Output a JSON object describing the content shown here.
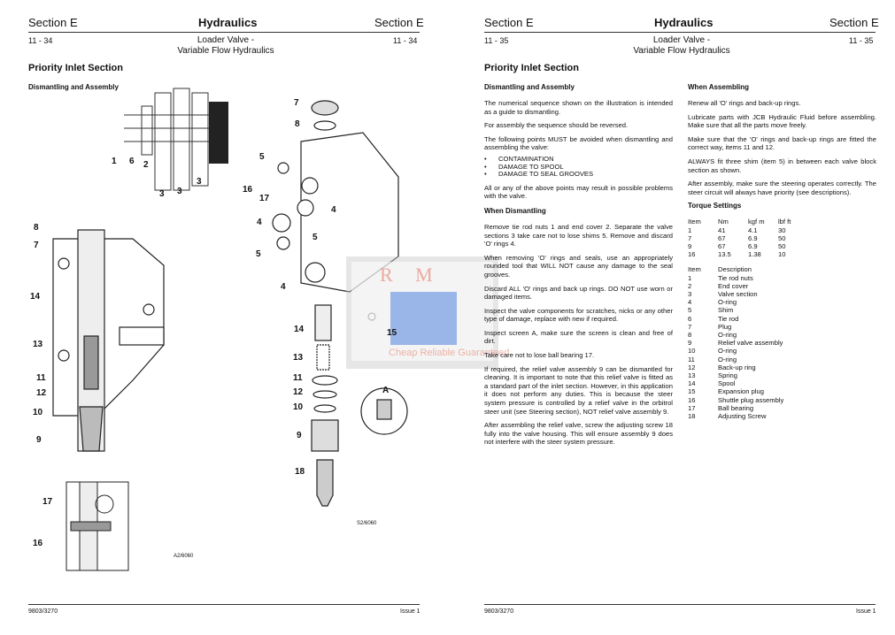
{
  "left": {
    "header": {
      "section": "Section E",
      "title": "Hydraulics",
      "section_right": "Section E",
      "page": "11 - 34",
      "page_right": "11 - 34",
      "subtitle1": "Loader Valve -",
      "subtitle2": "Variable Flow Hydraulics"
    },
    "heading": "Priority Inlet Section",
    "subheading": "Dismantling and Assembly",
    "callouts_top": [
      "1",
      "6",
      "2",
      "3",
      "3",
      "3"
    ],
    "callouts_section": [
      "8",
      "7",
      "14",
      "13",
      "11",
      "12",
      "10",
      "9"
    ],
    "callouts_bottom": [
      "17",
      "16"
    ],
    "callouts_exploded": [
      "7",
      "8",
      "5",
      "16",
      "17",
      "4",
      "4",
      "5",
      "5",
      "4",
      "14",
      "15",
      "13",
      "11",
      "12",
      "10",
      "9",
      "18",
      "A"
    ],
    "fig_code_1": "A2/6060",
    "fig_code_2": "S2/6060",
    "footer": {
      "doc": "9803/3270",
      "issue": "Issue 1"
    }
  },
  "right": {
    "header": {
      "section": "Section E",
      "title": "Hydraulics",
      "section_right": "Section E",
      "page": "11 - 35",
      "page_right": "11 - 35",
      "subtitle1": "Loader Valve -",
      "subtitle2": "Variable Flow Hydraulics"
    },
    "heading": "Priority Inlet Section",
    "col1": {
      "h_dis": "Dismantling and Assembly",
      "p1": "The numerical sequence shown on the illustration is intended as a guide to dismantling.",
      "p2": "For assembly the sequence should be reversed.",
      "p3": "The following points MUST be avoided when dismantling and assembling the valve:",
      "bullets": [
        "CONTAMINATION",
        "DAMAGE TO SPOOL",
        "DAMAGE TO SEAL GROOVES"
      ],
      "p4": "All or any of the above points may result in possible problems with the valve.",
      "h_when": "When Dismantling",
      "p5": "Remove tie rod nuts 1 and end cover 2. Separate the valve sections 3 take care not to lose shims 5. Remove and discard 'O' rings 4.",
      "p6": "When removing 'O' rings and seals, use an appropriately rounded tool that WILL NOT cause any damage to the seal grooves.",
      "p7": "Discard ALL 'O' rings and back up rings. DO NOT use worn or damaged items.",
      "p8": "Inspect the valve components for scratches, nicks or any other type of damage, replace with new if required.",
      "p9": "Inspect screen A, make sure the screen is clean and free of dirt.",
      "p10": "Take care not to lose ball bearing 17.",
      "p11": "If required, the relief valve assembly 9 can be dismantled for cleaning. It is important to note that this relief valve is fitted as a standard part of the inlet section. However, in this application it does not perform any duties. This is because the steer system pressure is controlled by a relief valve in the orbitrol steer unit (see Steering section), NOT relief valve assembly 9.",
      "p12": "After assembling the relief valve, screw the adjusting screw 18 fully into the valve housing. This will ensure assembly 9 does not interfere with the steer system pressure."
    },
    "col2": {
      "h_ass": "When Assembling",
      "p1": "Renew all 'O' rings and back-up rings.",
      "p2": "Lubricate parts with JCB Hydraulic Fluid before assembling. Make sure that all the parts move freely.",
      "p3": "Make sure that the 'O' rings and back-up rings are fitted the correct way, items 11 and 12.",
      "p4": "ALWAYS fit three shim (item 5) in between each valve block section as shown.",
      "p5": "After assembly, make sure the steering operates correctly. The steer circuit will always have priority (see descriptions).",
      "h_torque": "Torque Settings",
      "torque_headers": [
        "Item",
        "Nm",
        "kgf m",
        "lbf ft"
      ],
      "torque_rows": [
        [
          "1",
          "41",
          "4.1",
          "30"
        ],
        [
          "7",
          "67",
          "6.9",
          "50"
        ],
        [
          "9",
          "67",
          "6.9",
          "50"
        ],
        [
          "16",
          "13.5",
          "1.38",
          "10"
        ]
      ],
      "parts_headers": [
        "Item",
        "Description"
      ],
      "parts": [
        [
          "1",
          "Tie rod nuts"
        ],
        [
          "2",
          "End cover"
        ],
        [
          "3",
          "Valve section"
        ],
        [
          "4",
          "O-ring"
        ],
        [
          "5",
          "Shim"
        ],
        [
          "6",
          "Tie rod"
        ],
        [
          "7",
          "Plug"
        ],
        [
          "8",
          "O-ring"
        ],
        [
          "9",
          "Relief valve assembly"
        ],
        [
          "10",
          "O-ring"
        ],
        [
          "11",
          "O-ring"
        ],
        [
          "12",
          "Back-up ring"
        ],
        [
          "13",
          "Spring"
        ],
        [
          "14",
          "Spool"
        ],
        [
          "15",
          "Expansion plug"
        ],
        [
          "16",
          "Shuttle plug assembly"
        ],
        [
          "17",
          "Ball bearing"
        ],
        [
          "18",
          "Adjusting Screw"
        ]
      ]
    },
    "footer": {
      "doc": "9803/3270",
      "issue": "Issue 1"
    }
  },
  "watermark": {
    "letters": "R M",
    "tagline": "Cheap Reliable Guaranteed"
  }
}
